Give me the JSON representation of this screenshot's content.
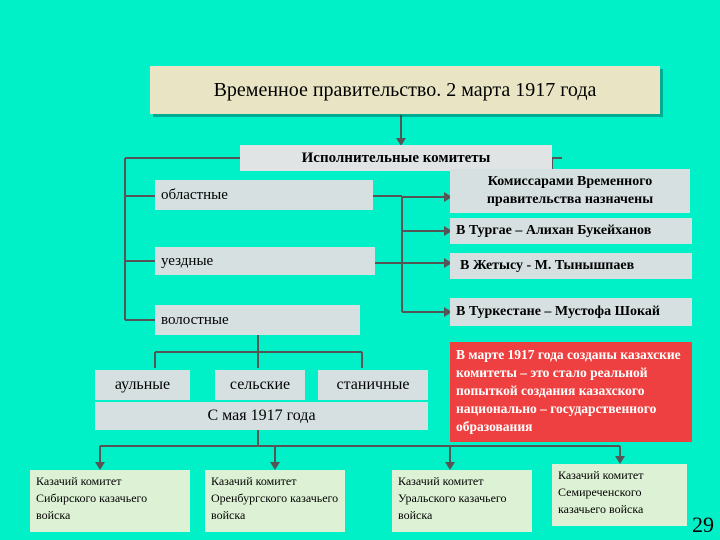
{
  "title": "Временное правительство. 2 марта 1917 года",
  "executive_committees": "Исполнительные комитеты",
  "levels": {
    "regional": "областные",
    "district": "уездные",
    "volost": "волостные"
  },
  "sublevels": {
    "aul": "аульные",
    "village": "сельские",
    "stanitsa": "станичные"
  },
  "since_may": "С мая 1917 года",
  "commissars": "Комиссарами Временного правительства назначены",
  "turgai": "В Тургае – Алихан Букейханов",
  "zhetysu": "В Жетысу - М. Тынышпаев",
  "turkestan": "В Туркестане – Мустофа Шокай",
  "kazakh_committees": "В марте 1917 года созданы казахские комитеты – это стало реальной попыткой создания казахского национально – государственного образования",
  "cossack_committees": [
    "Казачий комитет Сибирского казачьего войска",
    "Казачий комитет Оренбургского казачьего войска",
    "Казачий комитет Уральского казачьего войска",
    "Казачий комитет Семиреченского казачьего войска"
  ],
  "page_number": "29"
}
